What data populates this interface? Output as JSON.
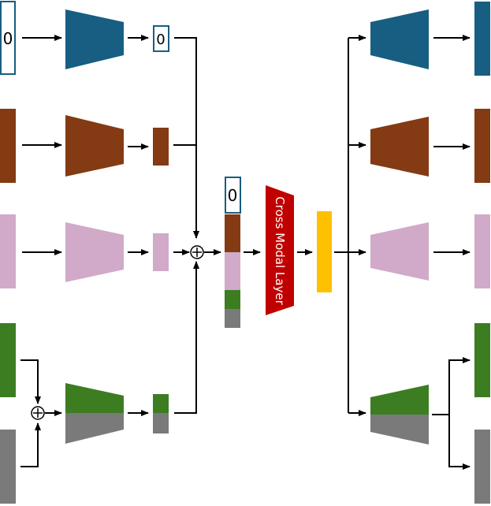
{
  "colors": {
    "blue": "#175E82",
    "brown": "#843A12",
    "pink": "#D0AAC8",
    "green": "#3C7D22",
    "gray": "#7A7A7A",
    "red": "#C00000",
    "yellow": "#FFC000",
    "line": "#000000"
  },
  "labels": {
    "zero_input": "0",
    "zero_encoded": "0",
    "zero_fused": "0",
    "cross_modal_layer": "Cross Modal Layer",
    "plus_symbol": "⊕"
  }
}
